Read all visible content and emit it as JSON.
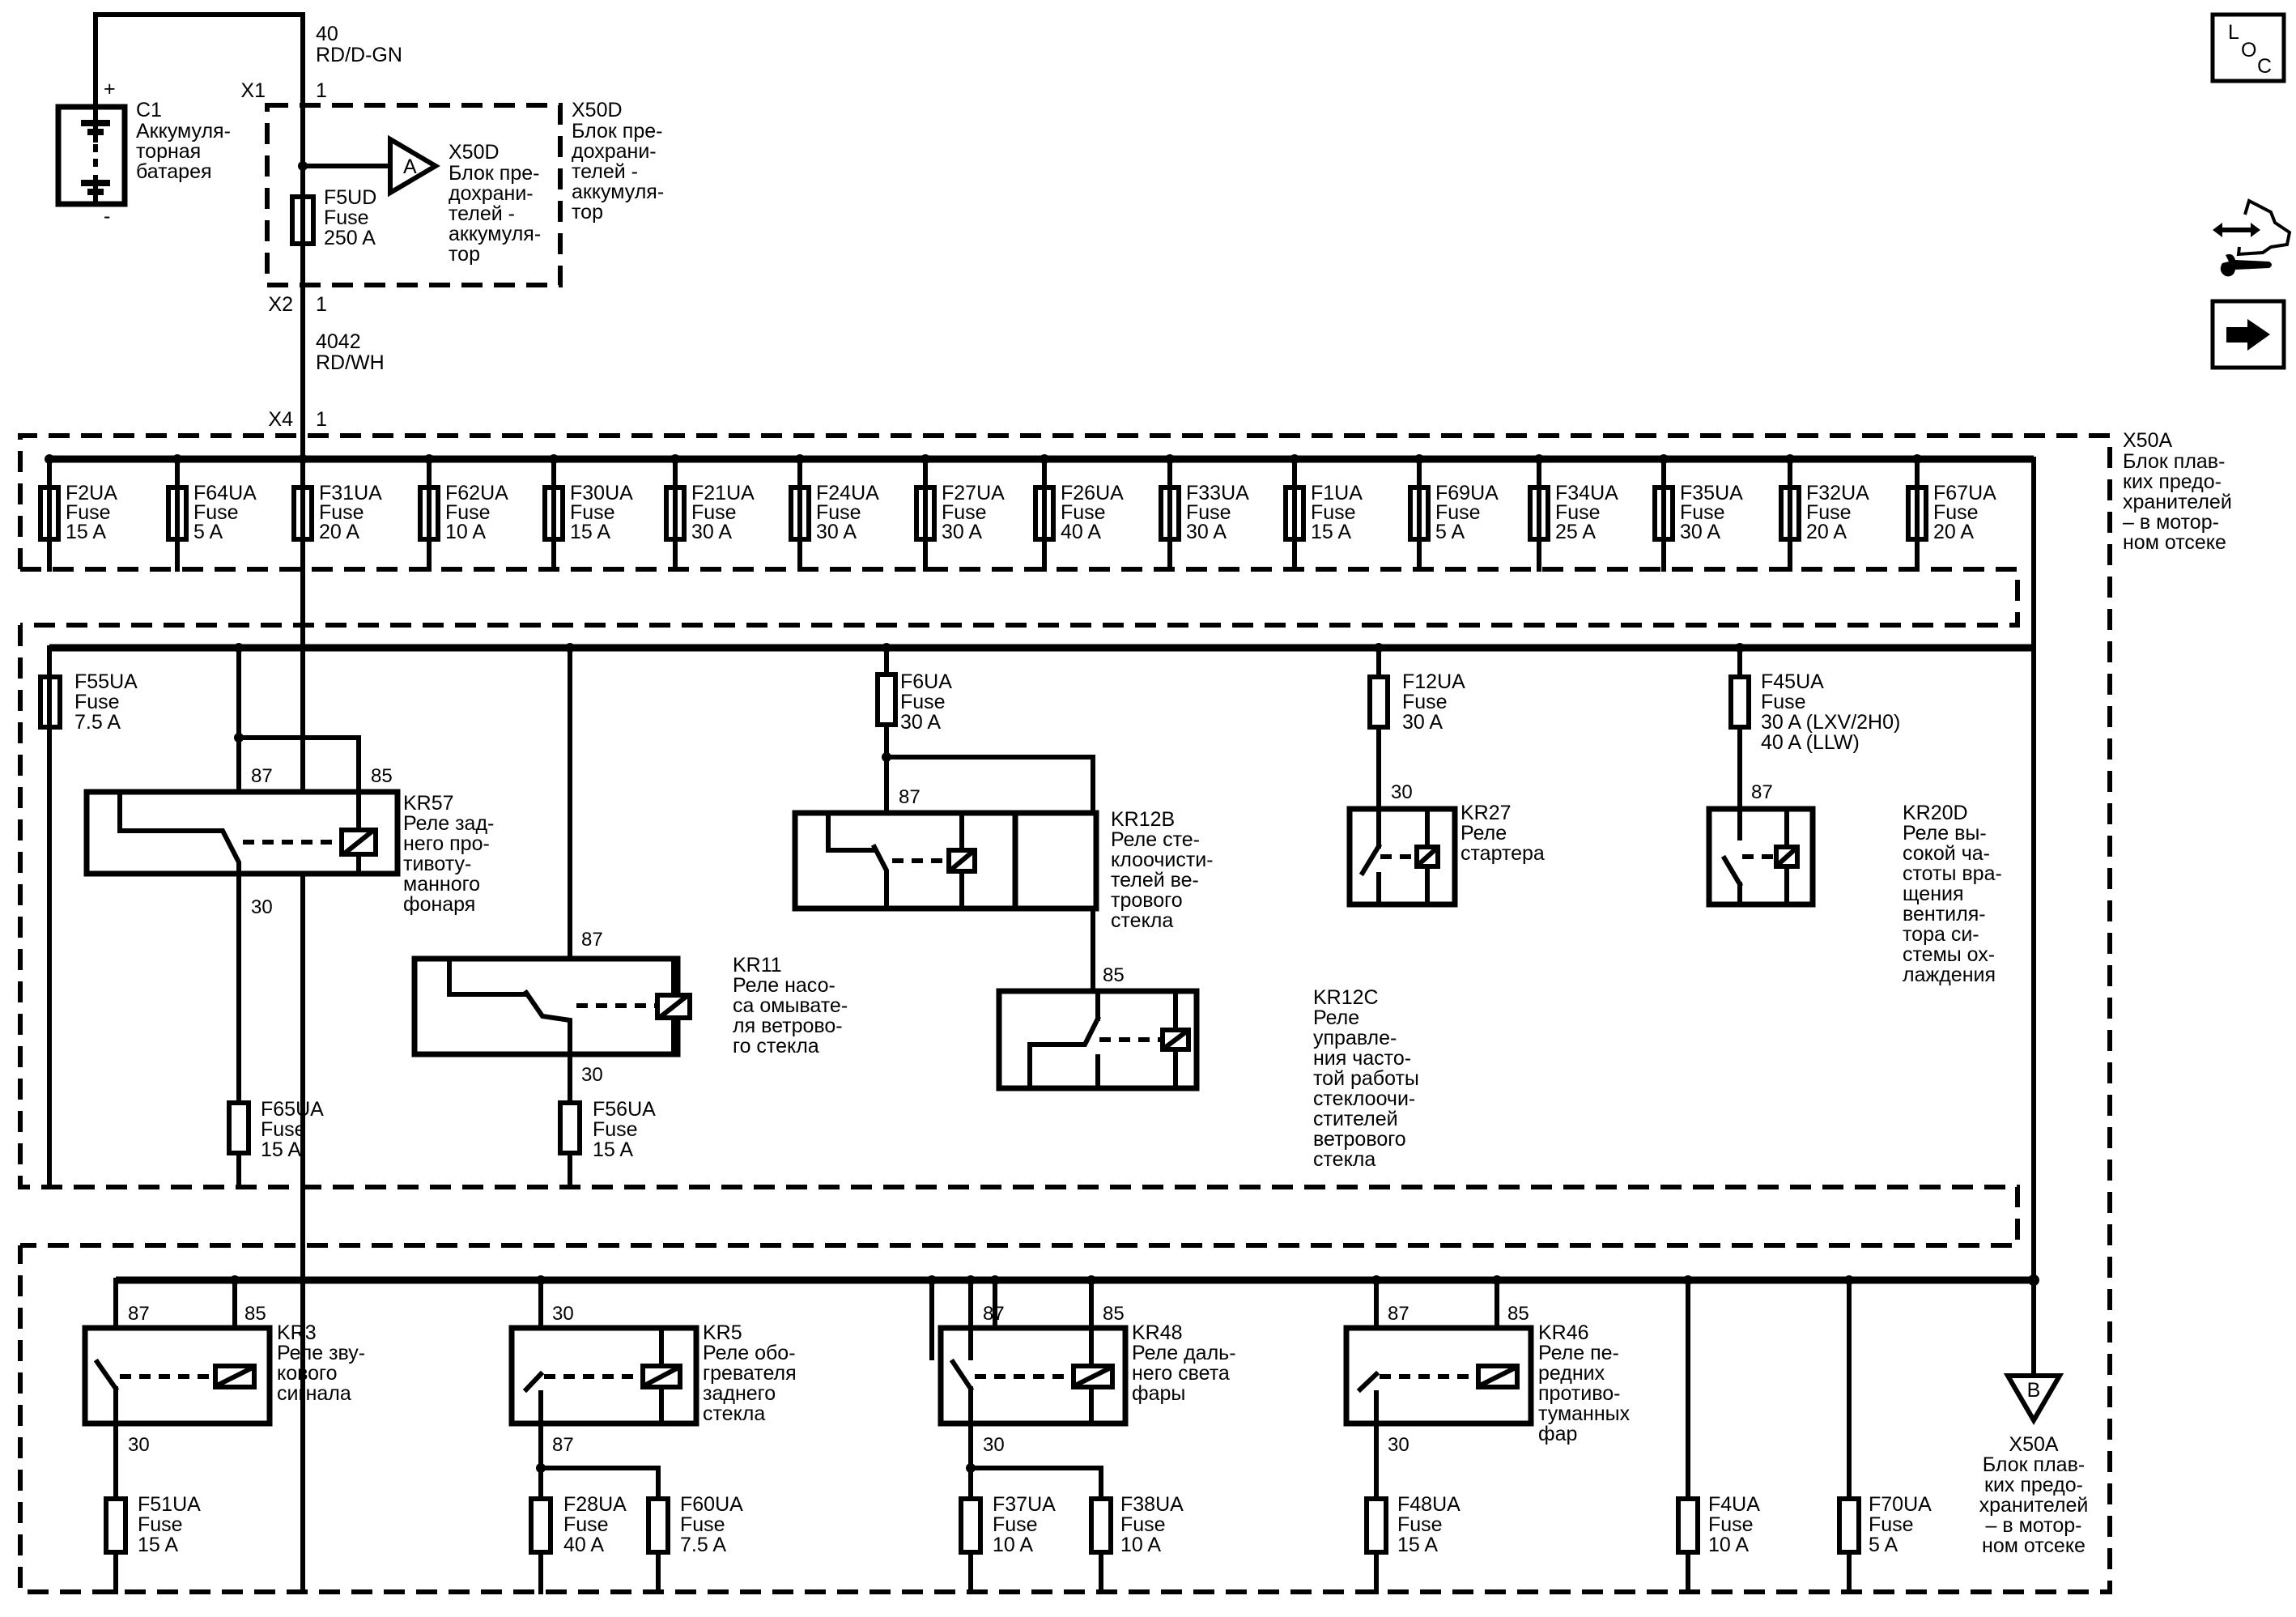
{
  "battery": {
    "id": "C1",
    "name_lines": [
      "Аккумуля-",
      "торная",
      "батарея"
    ],
    "plus": "+",
    "minus": "-"
  },
  "wire_top": {
    "circuit": "40",
    "color": "RD/D-GN"
  },
  "x50d_box": {
    "id": "X50D",
    "name_lines": [
      "Блок пре-",
      "дохрани-",
      "телей -",
      "аккумуля-",
      "тор"
    ],
    "conn_in": "X1",
    "conn_in_pin": "1",
    "conn_out": "X2",
    "conn_out_pin": "1"
  },
  "f5ud": {
    "id": "F5UD",
    "type": "Fuse",
    "rating": "250 A"
  },
  "ref_a": {
    "letter": "A",
    "id": "X50D",
    "name_lines": [
      "Блок пре-",
      "дохрани-",
      "телей -",
      "аккумуля-",
      "тор"
    ]
  },
  "wire_mid": {
    "circuit": "4042",
    "color": "RD/WH",
    "conn": "X4",
    "pin": "1"
  },
  "x50a_box": {
    "id": "X50A",
    "name_lines": [
      "Блок плав-",
      "ких предо-",
      "хранителей",
      "– в мотор-",
      "ном отсеке"
    ]
  },
  "top_fuses": [
    {
      "id": "F2UA",
      "type": "Fuse",
      "rating": "15 A"
    },
    {
      "id": "F64UA",
      "type": "Fuse",
      "rating": "5 A"
    },
    {
      "id": "F31UA",
      "type": "Fuse",
      "rating": "20 A"
    },
    {
      "id": "F62UA",
      "type": "Fuse",
      "rating": "10 A"
    },
    {
      "id": "F30UA",
      "type": "Fuse",
      "rating": "15 A"
    },
    {
      "id": "F21UA",
      "type": "Fuse",
      "rating": "30 A"
    },
    {
      "id": "F24UA",
      "type": "Fuse",
      "rating": "30 A"
    },
    {
      "id": "F27UA",
      "type": "Fuse",
      "rating": "30 A"
    },
    {
      "id": "F26UA",
      "type": "Fuse",
      "rating": "40 A"
    },
    {
      "id": "F33UA",
      "type": "Fuse",
      "rating": "30 A"
    },
    {
      "id": "F1UA",
      "type": "Fuse",
      "rating": "15 A"
    },
    {
      "id": "F69UA",
      "type": "Fuse",
      "rating": "5 A"
    },
    {
      "id": "F34UA",
      "type": "Fuse",
      "rating": "25 A"
    },
    {
      "id": "F35UA",
      "type": "Fuse",
      "rating": "30 A"
    },
    {
      "id": "F32UA",
      "type": "Fuse",
      "rating": "20 A"
    },
    {
      "id": "F67UA",
      "type": "Fuse",
      "rating": "20 A"
    }
  ],
  "mid_fuses": {
    "f55ua": {
      "id": "F55UA",
      "type": "Fuse",
      "rating": "7.5 A"
    },
    "f6ua": {
      "id": "F6UA",
      "type": "Fuse",
      "rating": "30 A"
    },
    "f12ua": {
      "id": "F12UA",
      "type": "Fuse",
      "rating": "30 A"
    },
    "f45ua": {
      "id": "F45UA",
      "type": "Fuse",
      "rating": "30 A (LXV/2H0)",
      "rating2": "40 A (LLW)"
    },
    "f65ua": {
      "id": "F65UA",
      "type": "Fuse",
      "rating": "15 A"
    },
    "f56ua": {
      "id": "F56UA",
      "type": "Fuse",
      "rating": "15 A"
    }
  },
  "relays": {
    "kr57": {
      "id": "KR57",
      "name_lines": [
        "Реле зад-",
        "него про-",
        "тивоту-",
        "манного",
        "фонаря"
      ],
      "pin_a": "87",
      "pin_b": "85",
      "pin_c": "30"
    },
    "kr11": {
      "id": "KR11",
      "name_lines": [
        "Реле насо-",
        "са омывате-",
        "ля ветрово-",
        "го стекла"
      ],
      "pin_a": "87",
      "pin_c": "30"
    },
    "kr12b": {
      "id": "KR12B",
      "name_lines": [
        "Реле сте-",
        "клоочисти-",
        "телей ве-",
        "трового",
        "стекла"
      ],
      "pin_a": "87"
    },
    "kr12c": {
      "id": "KR12C",
      "name_lines": [
        "Реле",
        "управле-",
        "ния часто-",
        "той работы",
        "стеклоочи-",
        "стителей",
        "ветрового",
        "стекла"
      ],
      "pin_b": "85"
    },
    "kr27": {
      "id": "KR27",
      "name_lines": [
        "Реле",
        "стартера"
      ],
      "pin_a": "30"
    },
    "kr20d": {
      "id": "KR20D",
      "name_lines": [
        "Реле вы-",
        "сокой ча-",
        "стоты вра-",
        "щения",
        "вентиля-",
        "тора си-",
        "стемы ох-",
        "лаждения"
      ],
      "pin_a": "87"
    },
    "kr3": {
      "id": "KR3",
      "name_lines": [
        "Реле зву-",
        "кового",
        "сигнала"
      ],
      "pin_a": "87",
      "pin_b": "85",
      "pin_c": "30"
    },
    "kr5": {
      "id": "KR5",
      "name_lines": [
        "Реле обо-",
        "гревателя",
        "заднего",
        "стекла"
      ],
      "pin_a": "30",
      "pin_c": "87"
    },
    "kr48": {
      "id": "KR48",
      "name_lines": [
        "Реле даль-",
        "него света",
        "фары"
      ],
      "pin_a": "87",
      "pin_b": "85",
      "pin_c": "30"
    },
    "kr46": {
      "id": "KR46",
      "name_lines": [
        "Реле пе-",
        "редних",
        "противо-",
        "туманных",
        "фар"
      ],
      "pin_a": "87",
      "pin_b": "85",
      "pin_c": "30"
    }
  },
  "bottom_fuses": {
    "f51ua": {
      "id": "F51UA",
      "type": "Fuse",
      "rating": "15 A"
    },
    "f28ua": {
      "id": "F28UA",
      "type": "Fuse",
      "rating": "40 A"
    },
    "f60ua": {
      "id": "F60UA",
      "type": "Fuse",
      "rating": "7.5 A"
    },
    "f37ua": {
      "id": "F37UA",
      "type": "Fuse",
      "rating": "10 A"
    },
    "f38ua": {
      "id": "F38UA",
      "type": "Fuse",
      "rating": "10 A"
    },
    "f48ua": {
      "id": "F48UA",
      "type": "Fuse",
      "rating": "15 A"
    },
    "f4ua": {
      "id": "F4UA",
      "type": "Fuse",
      "rating": "10 A"
    },
    "f70ua": {
      "id": "F70UA",
      "type": "Fuse",
      "rating": "5 A"
    }
  },
  "ref_b": {
    "letter": "B",
    "id": "X50A",
    "name_lines": [
      "Блок плав-",
      "ких предо-",
      "хранителей",
      "– в мотор-",
      "ном отсеке"
    ]
  },
  "side_icons": {
    "loc_letters": [
      "L",
      "O",
      "C"
    ],
    "loc_icon": "location-view-icon",
    "harness_icon": "harness-routing-icon",
    "next_icon": "next-page-arrow-icon"
  }
}
